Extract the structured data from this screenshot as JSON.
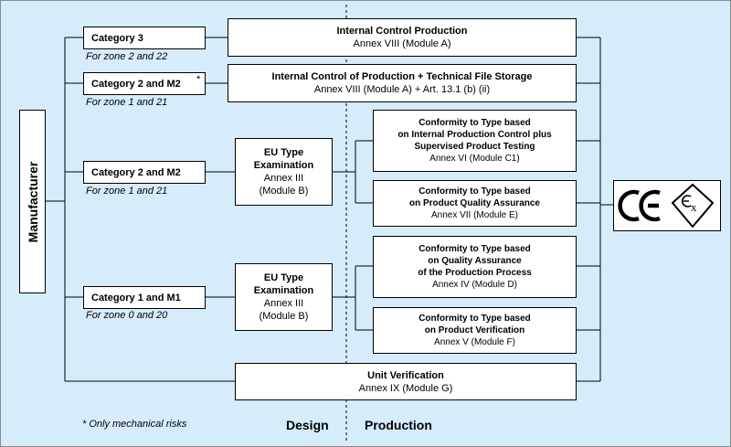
{
  "manufacturer": "Manufacturer",
  "categories": [
    {
      "label": "Category 3",
      "zone": "For zone 2 and 22"
    },
    {
      "label": "Category 2 and  M2",
      "zone": "For zone 1 and 21",
      "asterisk": "*"
    },
    {
      "label": "Category 2 and  M2",
      "zone": "For zone 1 and 21"
    },
    {
      "label": "Category 1 and  M1",
      "zone": "For zone 0 and 20"
    }
  ],
  "procedures": {
    "internal_control": {
      "title": "Internal Control Production",
      "annex": "Annex VIII (Module A)"
    },
    "internal_control_tech": {
      "title": "Internal Control of Production + Technical File Storage",
      "annex": "Annex VIII (Module A) + Art. 13.1 (b) (ii)"
    },
    "eu_type_1": {
      "line1": "EU Type",
      "line2": "Examination",
      "annex": "Annex  III",
      "module": "(Module B)"
    },
    "eu_type_2": {
      "line1": "EU Type",
      "line2": "Examination",
      "annex": "Annex  III",
      "module": "(Module B)"
    },
    "c1": {
      "line1": "Conformity to Type based",
      "line2": "on Internal Production Control plus",
      "line3": "Supervised Product Testing",
      "annex": "Annex  VI (Module C1)"
    },
    "e": {
      "line1": "Conformity to Type based",
      "line2": "on Product Quality Assurance",
      "annex": "Annex  VII (Module E)"
    },
    "d": {
      "line1": "Conformity to Type based",
      "line2": "on Quality Assurance",
      "line3": "of the Production Process",
      "annex": "Annex  IV (Module D)"
    },
    "f": {
      "line1": "Conformity to Type based",
      "line2": "on Product Verification",
      "annex": "Annex  V (Module F)"
    },
    "unit_verification": {
      "title": "Unit Verification",
      "annex": "Annex IX (Module G)"
    }
  },
  "footnote": "* Only mechanical  risks",
  "phases": {
    "design": "Design",
    "production": "Production"
  },
  "marks": {
    "ce": "CE",
    "ex": "Ex"
  }
}
